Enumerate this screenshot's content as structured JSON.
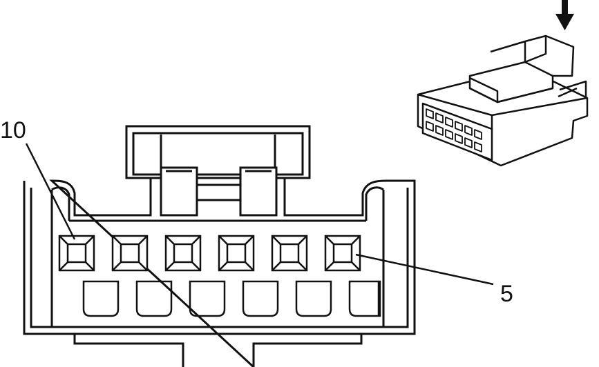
{
  "callouts": {
    "pin_left": "10",
    "pin_right": "5"
  },
  "connector": {
    "upper_cavities": 6,
    "lower_cavities": 6
  },
  "colors": {
    "line": "#111111",
    "background": "#ffffff"
  },
  "icons": {
    "arrow": "down-arrow-icon",
    "thumbnail": "connector-isometric-icon"
  }
}
